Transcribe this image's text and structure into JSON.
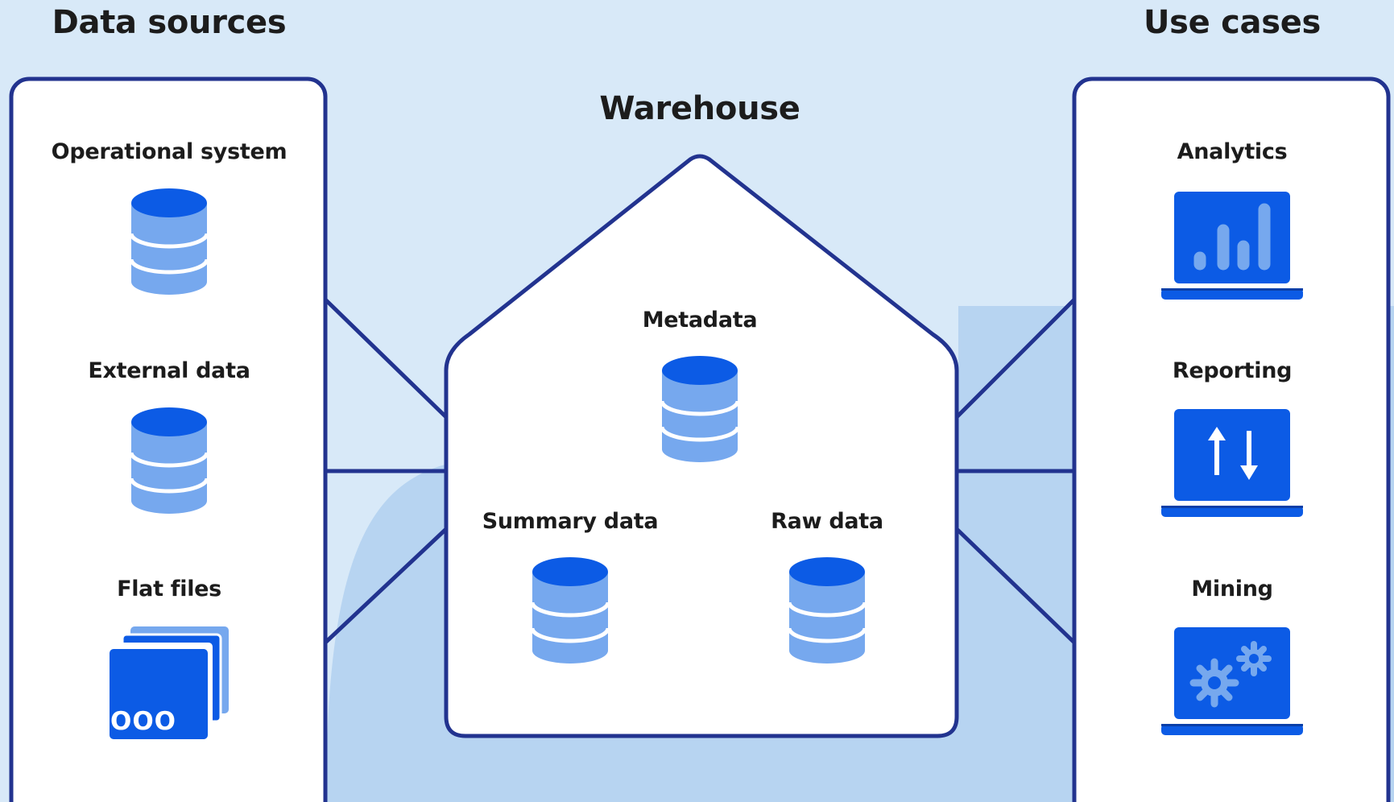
{
  "sources": {
    "title": "Data sources",
    "items": [
      {
        "label": "Operational system",
        "icon": "database-icon"
      },
      {
        "label": "External data",
        "icon": "database-icon"
      },
      {
        "label": "Flat files",
        "icon": "flat-files-icon",
        "glyph": "OOO"
      }
    ]
  },
  "warehouse": {
    "title": "Warehouse",
    "items": [
      {
        "label": "Metadata",
        "icon": "database-icon"
      },
      {
        "label": "Summary data",
        "icon": "database-icon"
      },
      {
        "label": "Raw data",
        "icon": "database-icon"
      }
    ]
  },
  "use_cases": {
    "title": "Use cases",
    "items": [
      {
        "label": "Analytics",
        "icon": "bar-chart-laptop-icon"
      },
      {
        "label": "Reporting",
        "icon": "up-down-arrows-laptop-icon"
      },
      {
        "label": "Mining",
        "icon": "gears-laptop-icon"
      }
    ]
  },
  "colors": {
    "background": "#d8e9f8",
    "band": "#b7d4f1",
    "outline": "#22338f",
    "accent": "#0c5be5",
    "light": "#76a8ee"
  }
}
